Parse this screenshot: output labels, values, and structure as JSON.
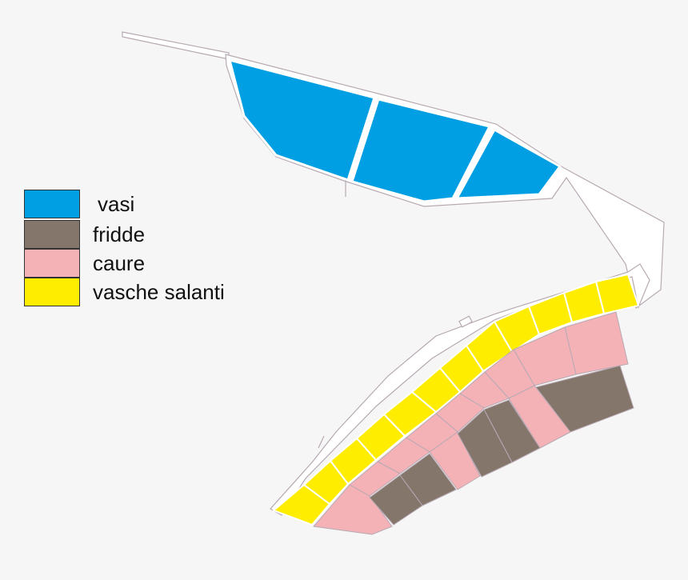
{
  "legend": {
    "items": [
      {
        "key": "vasi",
        "label": "vasi",
        "color": "#009fe3"
      },
      {
        "key": "fridde",
        "label": "fridde",
        "color": "#85766c"
      },
      {
        "key": "caure",
        "label": "caure",
        "color": "#f4b2b6"
      },
      {
        "key": "vasche_salanti",
        "label": "vasche salanti",
        "color": "#ffed00"
      }
    ]
  },
  "colors": {
    "background": "#f6f6f6",
    "embankment": "#ffffff",
    "outline": "#b7a9b3"
  }
}
